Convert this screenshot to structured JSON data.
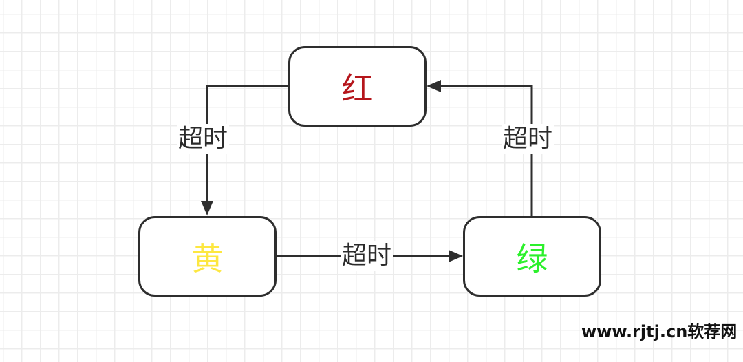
{
  "diagram": {
    "type": "state-machine",
    "nodes": [
      {
        "id": "red",
        "label": "红",
        "color": "#b5151b"
      },
      {
        "id": "yellow",
        "label": "黄",
        "color": "#fde740"
      },
      {
        "id": "green",
        "label": "绿",
        "color": "#2cf02c"
      }
    ],
    "edges": [
      {
        "from": "red",
        "to": "yellow",
        "label": "超时"
      },
      {
        "from": "yellow",
        "to": "green",
        "label": "超时"
      },
      {
        "from": "green",
        "to": "red",
        "label": "超时"
      }
    ]
  },
  "watermark": "www.rjtj.cn软荐网"
}
